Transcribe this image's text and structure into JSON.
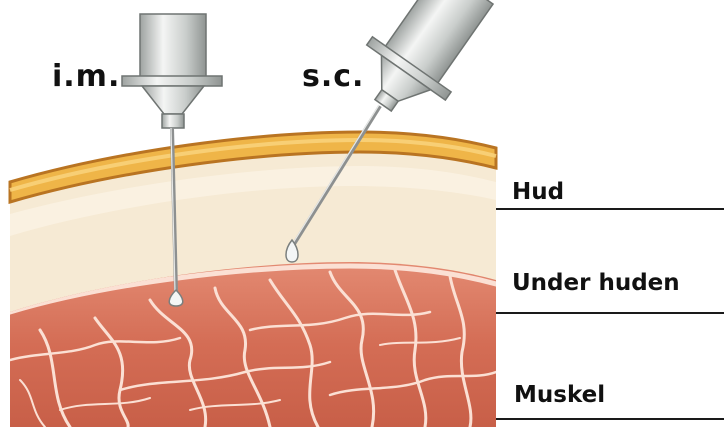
{
  "injections": {
    "im_label": "i.m.",
    "sc_label": "s.c."
  },
  "layers": {
    "skin": "Hud",
    "subcutis": "Under huden",
    "muscle": "Muskel"
  },
  "colors": {
    "skin_outer": "#c8842a",
    "skin_band": "#f1b94a",
    "skin_highlight": "#f8d27a",
    "subcutis": "#f6e9d2",
    "muscle_base": "#d6725b",
    "muscle_light": "#e89a84",
    "muscle_fascia": "#fbe3d8",
    "syringe_glass": "#d9dcdb",
    "needle": "#8d9090"
  }
}
